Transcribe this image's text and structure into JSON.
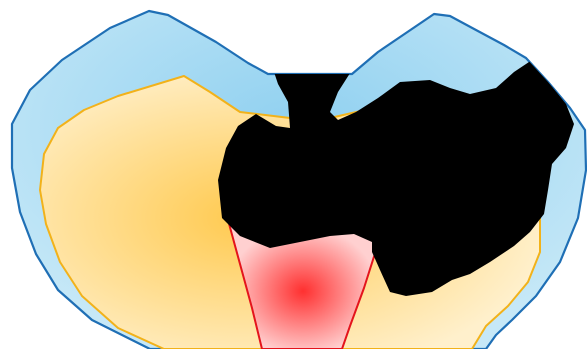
{
  "figure": {
    "regions": [
      {
        "id": "outer-layer",
        "fill": "#c6e8f7",
        "fill_center": "#8fd0f0",
        "stroke": "#1f6fb5"
      },
      {
        "id": "middle-layer",
        "fill": "#fff0cc",
        "fill_center": "#ffc94d",
        "stroke": "#f2b21a"
      },
      {
        "id": "inner-core",
        "fill": "#ffd0d0",
        "fill_center": "#ff3030",
        "stroke": "#e4141c"
      },
      {
        "id": "black-mass",
        "fill": "#000000"
      }
    ]
  }
}
